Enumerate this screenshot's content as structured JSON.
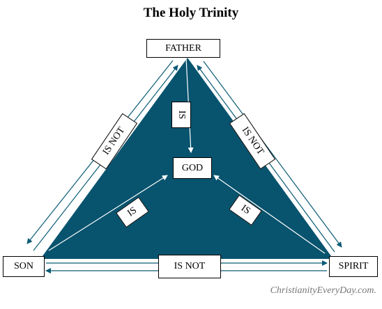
{
  "title": "The Holy Trinity",
  "nodes": {
    "father": "FATHER",
    "son": "SON",
    "spirit": "SPIRIT",
    "god": "GOD"
  },
  "relations": {
    "father_god": "IS",
    "son_god": "IS",
    "spirit_god": "IS",
    "father_son": "IS NOT",
    "father_spirit": "IS NOT",
    "son_spirit": "IS NOT"
  },
  "footer": "ChristianityEveryDay.com.",
  "colors": {
    "triangle_fill": "#08536e",
    "outer_arrow": "#0a5a75",
    "inner_arrow": "#ffffff",
    "box_border": "#000000"
  }
}
